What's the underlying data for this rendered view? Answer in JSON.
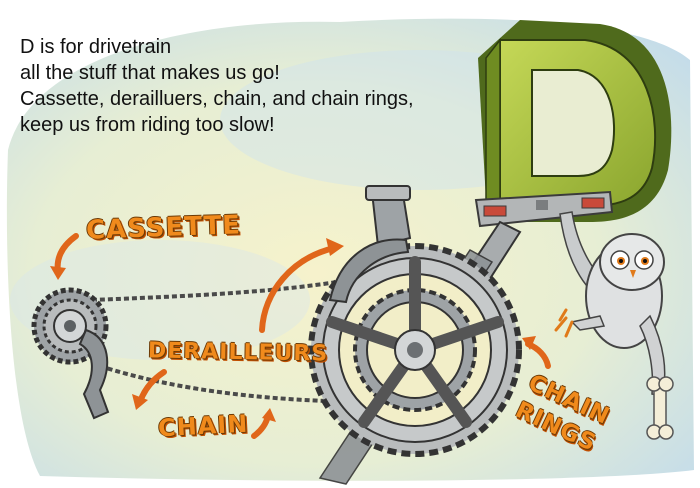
{
  "poem": {
    "line1": "D is for drivetrain",
    "line2": "all the stuff that makes us go!",
    "line3": "Cassette, derailluers, chain, and chain rings,",
    "line4": "keep us from riding too slow!"
  },
  "big_letter": "D",
  "labels": {
    "cassette": "CASSETTE",
    "derailleurs": "DERAILLEURS",
    "chain": "CHAIN",
    "chain_rings_line1": "CHAIN",
    "chain_rings_line2": "RINGS"
  },
  "colors": {
    "label_orange": "#f08a1c",
    "letter_green": "#9cb83a",
    "metal_grey": "#9ea3a6",
    "sky_blue": "#cfe3ef",
    "paper_yellow": "#f3efc4"
  },
  "icons": [
    "owl-icon",
    "bone-icon",
    "pedal-icon",
    "arrow-icon"
  ]
}
